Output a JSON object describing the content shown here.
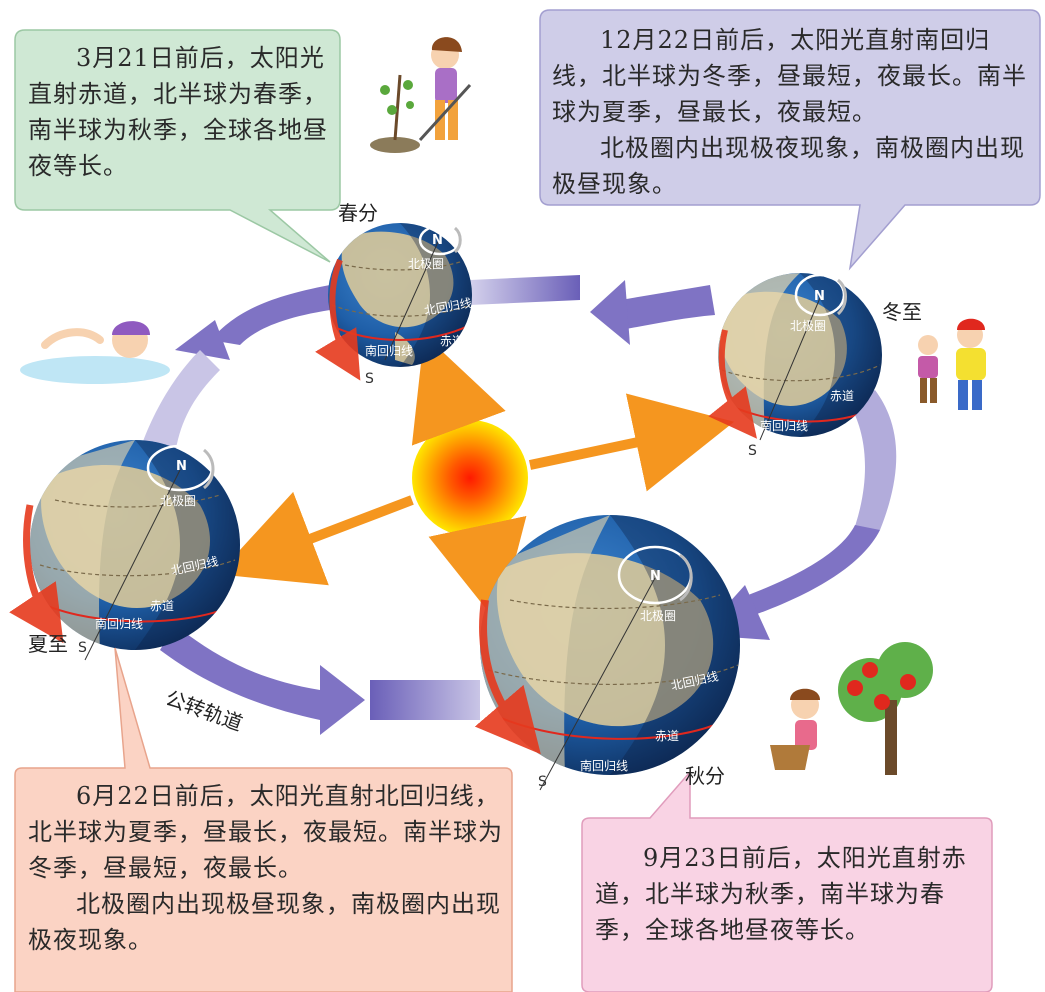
{
  "callouts": {
    "spring": {
      "date": "3月21日前后，太阳",
      "text": "光直射赤道，北半球为春季，南半球为秋季，全球各地昼夜等长。",
      "bg": "#cfe8d4"
    },
    "winter": {
      "p1": "12月22日前后，太阳光直射南回归线，北半球为冬季，昼最短，夜最长。南半球为夏季，昼最长，夜最短。",
      "p2": "北极圈内出现极夜现象，南极圈内出现极昼现象。",
      "bg": "#cfcde8"
    },
    "summer": {
      "p1": "6月22日前后，太阳光直射北回归线，北半球为夏季，昼最长，夜最短。南半球为冬季，昼最短，夜最长。",
      "p2": "北极圈内出现极昼现象，南极圈内出现极夜现象。",
      "bg": "#fbd3c4"
    },
    "autumn": {
      "p1": "9月23日前后，太阳光直射赤道，北半球为秋季，南半球为春季，全球各地昼夜等长。",
      "bg": "#f9d3e4"
    }
  },
  "seasons": {
    "spring": "春分",
    "winter": "冬至",
    "summer": "夏至",
    "autumn": "秋分"
  },
  "orbit_label": "公转轨道",
  "globe_labels": {
    "arctic_circle": "北极圈",
    "tropic_cancer": "北回归线",
    "equator": "赤道",
    "tropic_capricorn": "南回归线",
    "north": "N",
    "south": "S"
  },
  "colors": {
    "orbit": "#7f73c4",
    "sun_core": "#ff2a00",
    "sun_edge": "#ffe600",
    "ray": "#f5961f",
    "ocean": "#1f5fa8",
    "land": "#d8c89a",
    "rotation_arrow": "#e63a1e",
    "circle_line": "#e0281e"
  }
}
